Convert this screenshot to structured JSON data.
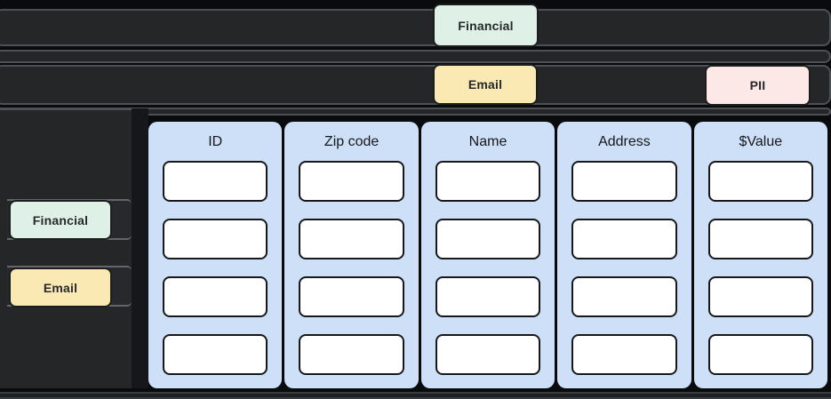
{
  "colors": {
    "background": "#0a0b0d",
    "row_bar": "#242628",
    "row_bar_edge": "#4d5156",
    "financial_chip": "#dff0e7",
    "email_chip": "#fbe9b4",
    "pii_chip": "#fce9e7",
    "table_column": "#cde0f8",
    "cell_fill": "#ffffff",
    "cell_border": "#17181a"
  },
  "top_rows": {
    "row1_chip": "Financial",
    "row2_chips": [
      "Email",
      "PII"
    ]
  },
  "chips": {
    "top_financial": "Financial",
    "top_email": "Email",
    "top_pii": "PII",
    "side_financial": "Financial",
    "side_email": "Email"
  },
  "sidebar": {
    "chips": [
      "Financial",
      "Email"
    ]
  },
  "table": {
    "columns": [
      {
        "header": "ID",
        "cells": [
          "",
          "",
          "",
          ""
        ]
      },
      {
        "header": "Zip code",
        "cells": [
          "",
          "",
          "",
          ""
        ]
      },
      {
        "header": "Name",
        "cells": [
          "",
          "",
          "",
          ""
        ]
      },
      {
        "header": "Address",
        "cells": [
          "",
          "",
          "",
          ""
        ]
      },
      {
        "header": "$Value",
        "cells": [
          "",
          "",
          "",
          ""
        ]
      }
    ]
  }
}
